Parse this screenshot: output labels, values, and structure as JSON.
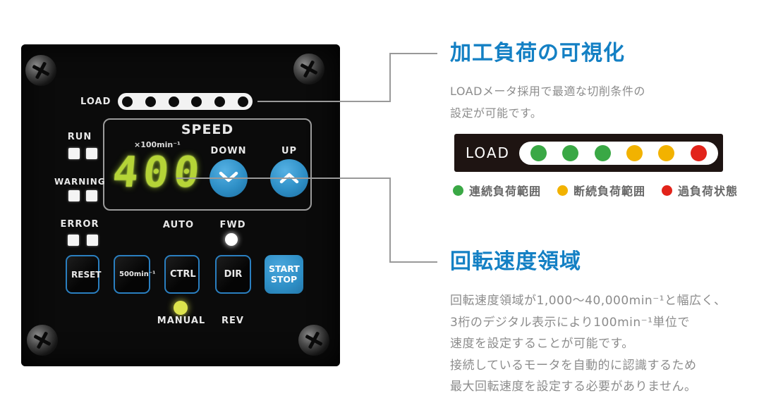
{
  "colors": {
    "accent_blue": "#1480c4",
    "button_blue": "#2e8fc6",
    "digit_green": "#b5d437",
    "manual_led_yellow": "#dde34d",
    "connector_gray": "#999999"
  },
  "panel": {
    "load_label": "LOAD",
    "speed_display": {
      "title": "SPEED",
      "unit": "×100min⁻¹",
      "value": "400",
      "down_label": "DOWN",
      "up_label": "UP"
    },
    "status": {
      "run": "RUN",
      "warning": "WARNING",
      "error": "ERROR"
    },
    "modes": {
      "auto": "AUTO",
      "fwd": "FWD",
      "manual": "MANUAL",
      "rev": "REV"
    },
    "buttons": {
      "reset": "RESET",
      "preset_speed": "500min⁻¹",
      "ctrl": "CTRL",
      "dir": "DIR",
      "start_stop_line1": "START",
      "start_stop_line2": "STOP"
    }
  },
  "sections": {
    "load": {
      "title": "加工負荷の可視化",
      "body_lines": [
        "LOADメータ採用で最適な切削条件の",
        "設定が可能です。"
      ],
      "meter": {
        "label": "LOAD",
        "led_colors": [
          "#3aa845",
          "#3aa845",
          "#3aa845",
          "#f2b200",
          "#f2b200",
          "#e2231a"
        ]
      },
      "legend": [
        {
          "color": "#3aa845",
          "label": "連続負荷範囲"
        },
        {
          "color": "#f2b200",
          "label": "断続負荷範囲"
        },
        {
          "color": "#e2231a",
          "label": "過負荷状態"
        }
      ]
    },
    "speed_range": {
      "title": "回転速度領域",
      "body_lines": [
        "回転速度領域が1,000〜40,000min⁻¹と幅広く、",
        "3桁のデジタル表示により100min⁻¹単位で",
        "速度を設定することが可能です。",
        "接続しているモータを自動的に認識するため",
        "最大回転速度を設定する必要がありません。"
      ]
    }
  }
}
